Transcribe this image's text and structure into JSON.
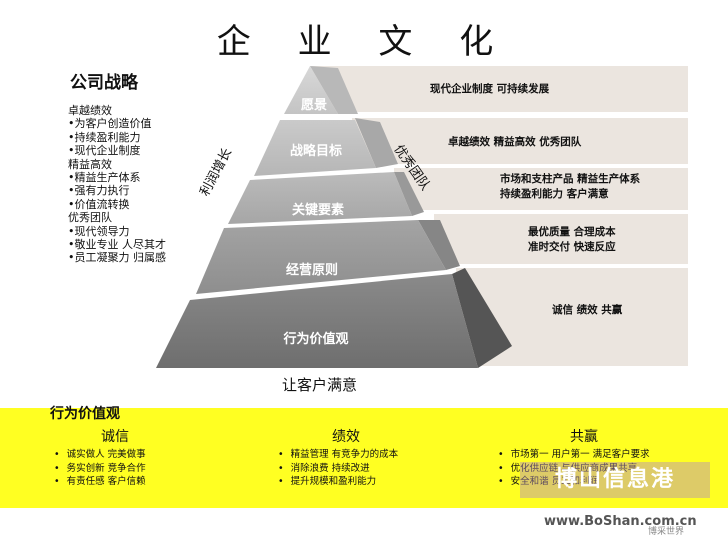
{
  "title": "企  业  文  化",
  "strategy": {
    "title": "公司战略",
    "items": [
      "卓越绩效",
      "•为客户创造价值",
      "•持续盈利能力",
      "•现代企业制度",
      "精益高效",
      "•精益生产体系",
      "•强有力执行",
      "•价值流转换",
      "优秀团队",
      "•现代领导力",
      "•敬业专业 人尽其才",
      "•员工凝聚力 归属感"
    ]
  },
  "pyramid": {
    "levels": [
      "愿景",
      "战略目标",
      "关键要素",
      "经营原则",
      "行为价值观"
    ],
    "side_left": "利润增长",
    "side_right": "优秀团队",
    "base_caption": "让客户满意"
  },
  "bands": [
    [
      "现代企业制度  可持续发展"
    ],
    [
      "卓越绩效  精益高效   优秀团队"
    ],
    [
      "市场和支柱产品   精益生产体系",
      "持续盈利能力       客户满意"
    ],
    [
      "最优质量  合理成本",
      "准时交付  快速反应"
    ],
    [
      "诚信    绩效    共赢"
    ]
  ],
  "values": {
    "title": "行为价值观",
    "columns": [
      {
        "head": "诚信",
        "items": [
          "诚实做人 完美做事",
          "务实创新 竞争合作",
          "有责任感 客户信赖"
        ]
      },
      {
        "head": "绩效",
        "items": [
          "精益管理 有竞争力的成本",
          "消除浪费 持续改进",
          "提升规模和盈利能力"
        ]
      },
      {
        "head": "共赢",
        "items": [
          "市场第一 用户第一 满足客户要求",
          "优化供应链 与供应商成果共享",
          "安全和谐 员工和利润"
        ]
      }
    ]
  },
  "watermark": {
    "name": "博山信息港",
    "url": "www.BoShan.com.cn",
    "small": "博采世界"
  },
  "colors": {
    "band": "#ebe5df",
    "yellow": "#ffff22",
    "level_top": "#d0d0d0",
    "level_bottom": "#6e6e6e"
  }
}
